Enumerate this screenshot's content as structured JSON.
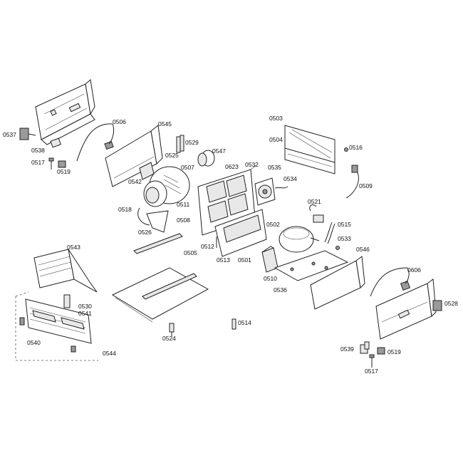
{
  "labels": {
    "p0537": "0537",
    "p0538": "0538",
    "p0517a": "0517",
    "p0519a": "0519",
    "p0506": "0506",
    "p0545": "0545",
    "p0529": "0529",
    "p0525": "0525",
    "p0547": "0547",
    "p0507": "0507",
    "p0542": "0542",
    "p0518": "0518",
    "p0526": "0526",
    "p0511": "0511",
    "p0508": "0508",
    "p0623": "0623",
    "p0532": "0532",
    "p0535": "0535",
    "p0534": "0534",
    "p0503": "0503",
    "p0504": "0504",
    "p0516": "0516",
    "p0509": "0509",
    "p0521": "0521",
    "p0515": "0515",
    "p0502": "0502",
    "p0533": "0533",
    "p0546": "0546",
    "p0512": "0512",
    "p0513": "0513",
    "p0501": "0501",
    "p0510": "0510",
    "p0536": "0536",
    "p0505": "0505",
    "p0543": "0543",
    "p0530": "0530",
    "p0541": "0541",
    "p0540": "0540",
    "p0544": "0544",
    "p0524": "0524",
    "p0514": "0514",
    "p0606": "0606",
    "p0528": "0528",
    "p0539": "0539",
    "p0519b": "0519",
    "p0517b": "0517"
  }
}
